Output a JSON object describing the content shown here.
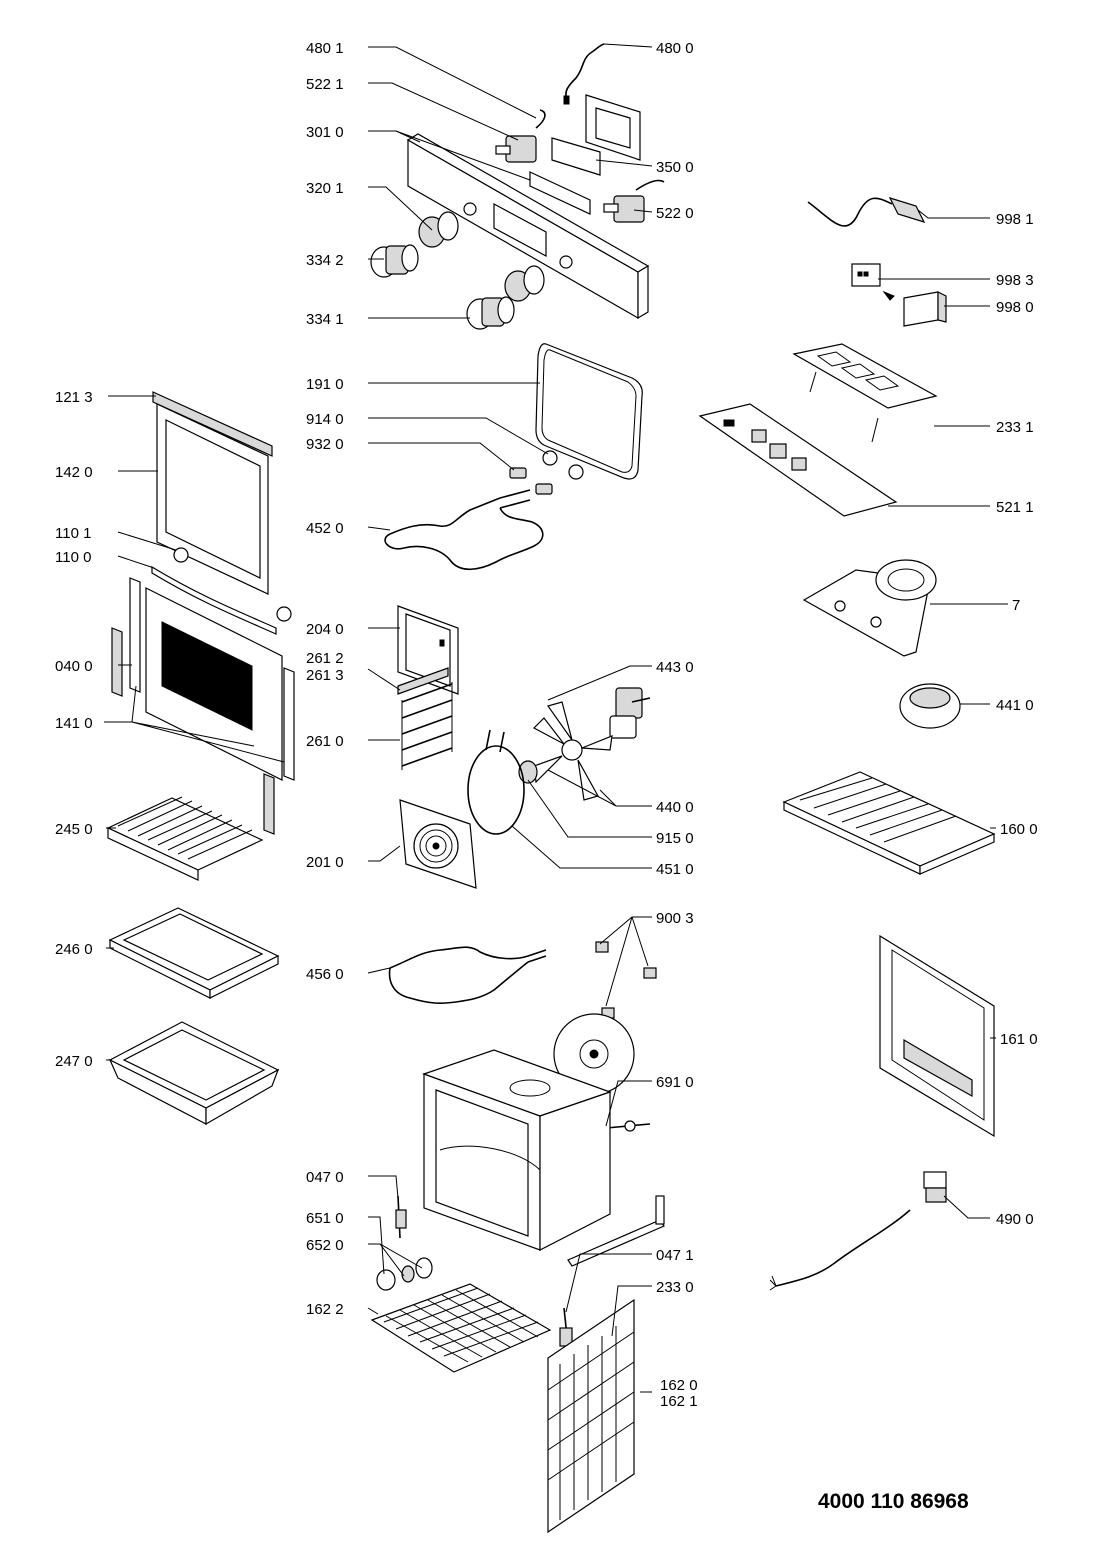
{
  "document_number": "4000 110 86968",
  "labels": {
    "l4801": "480 1",
    "l4800": "480 0",
    "l5221": "522 1",
    "l3010": "301 0",
    "l3500": "350 0",
    "l3201": "320 1",
    "l5220": "522 0",
    "l3342": "334 2",
    "l3341": "334 1",
    "l9981": "998 1",
    "l9983": "998 3",
    "l9980": "998 0",
    "l1213": "121 3",
    "l1910": "191 0",
    "l9140": "914 0",
    "l9320": "932 0",
    "l2331": "233 1",
    "l1420": "142 0",
    "l4520": "452 0",
    "l5211": "521 1",
    "l1101": "110 1",
    "l1100": "110 0",
    "l7": "7",
    "l2040": "204 0",
    "l2612": "261 2",
    "l2613": "261 3",
    "l4430": "443 0",
    "l0400": "040 0",
    "l4410": "441 0",
    "l1410": "141 0",
    "l2610": "261 0",
    "l4400": "440 0",
    "l2450": "245 0",
    "l1600": "160 0",
    "l9150": "915 0",
    "l2010": "201 0",
    "l4510": "451 0",
    "l9003": "900 3",
    "l2460": "246 0",
    "l4560": "456 0",
    "l1610": "161 0",
    "l2470": "247 0",
    "l6910": "691 0",
    "l0470": "047 0",
    "l4900": "490 0",
    "l6510": "651 0",
    "l0471": "047 1",
    "l6520": "652 0",
    "l2330": "233 0",
    "l1622": "162 2",
    "l1620": "162 0",
    "l1621": "162 1"
  }
}
